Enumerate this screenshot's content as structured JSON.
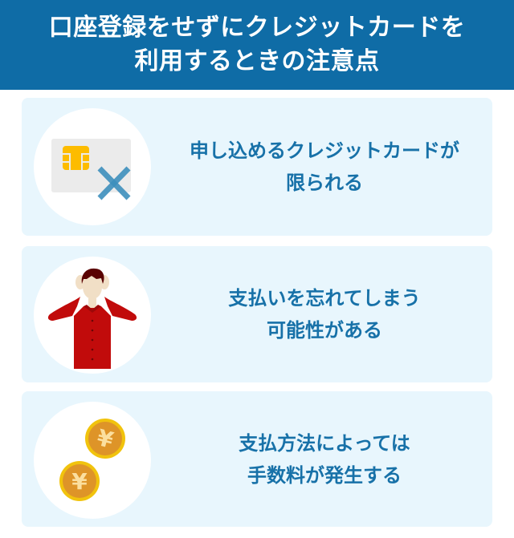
{
  "header": {
    "title_line1": "口座登録をせずにクレジットカードを",
    "title_line2": "利用するときの注意点",
    "background_color": "#0f6ca6",
    "text_color": "#ffffff"
  },
  "cards": [
    {
      "icon": "credit-card-x-icon",
      "line1": "申し込めるクレジットカードが",
      "line2": "限られる"
    },
    {
      "icon": "worried-person-icon",
      "line1": "支払いを忘れてしまう",
      "line2": "可能性がある"
    },
    {
      "icon": "yen-coins-icon",
      "line1": "支払方法によっては",
      "line2": "手数料が発生する"
    }
  ],
  "colors": {
    "card_background": "#e8f6fd",
    "card_text": "#1771a8",
    "circle_background": "#ffffff"
  }
}
